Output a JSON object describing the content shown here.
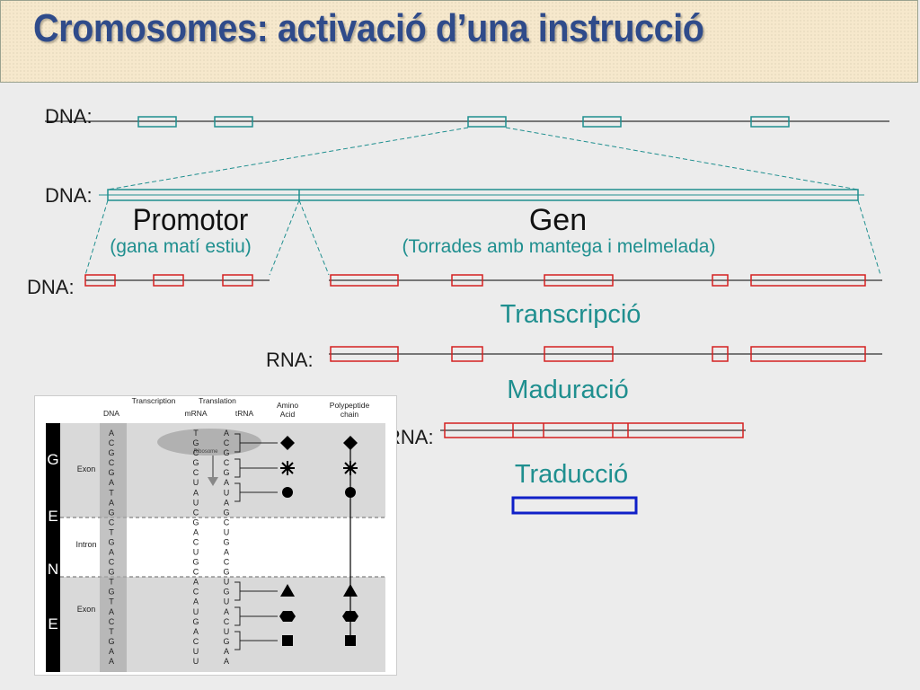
{
  "title": "Cromosomes: activació d’una instrucció",
  "labels": {
    "dna1": "DNA:",
    "dna2": "DNA:",
    "dna3": "DNA:",
    "rna1": "RNA:",
    "rna2": "RNA:",
    "promotor": "Promotor",
    "promotor_sub": "(gana matí estiu)",
    "gen": "Gen",
    "gen_sub": "(Torrades amb mantega i melmelada)",
    "transcripcio": "Transcripció",
    "maduracio": "Maduració",
    "traduccio": "Traducció"
  },
  "colors": {
    "title": "#2f4b8a",
    "teal": "#1f8f8f",
    "red": "#d42020",
    "blue": "#1020c8",
    "text": "#1a1a1a"
  },
  "figure": {
    "headers": {
      "dna": "DNA",
      "transcription": "Transcription",
      "mrna": "mRNA",
      "translation": "Translation",
      "trna": "tRNA",
      "amino_line1": "Amino",
      "amino_line2": "Acid",
      "poly_line1": "Polypeptide",
      "poly_line2": "chain"
    },
    "gene_letters": [
      "G",
      "E",
      "N",
      "E"
    ],
    "exon1": "Exon",
    "intron": "Intron",
    "exon2": "Exon",
    "ribosome": "Ribosome",
    "dna_seq": [
      "A",
      "C",
      "G",
      "C",
      "G",
      "A",
      "T",
      "A",
      "G",
      "C",
      "T",
      "G",
      "A",
      "C",
      "G",
      "T",
      "G",
      "T",
      "A",
      "C",
      "T",
      "G",
      "A",
      "A"
    ],
    "mrna_seq": [
      "T",
      "G",
      "C",
      "G",
      "C",
      "U",
      "A",
      "U",
      "C",
      "G",
      "A",
      "C",
      "U",
      "G",
      "C",
      "A",
      "C",
      "A",
      "U",
      "G",
      "A",
      "C",
      "U",
      "U"
    ],
    "trna_seq": [
      "A",
      "C",
      "G",
      "C",
      "G",
      "A",
      "U",
      "A",
      "G",
      "C",
      "U",
      "G",
      "A",
      "C",
      "G",
      "U",
      "G",
      "U",
      "A",
      "C",
      "U",
      "G",
      "A",
      "A"
    ]
  }
}
